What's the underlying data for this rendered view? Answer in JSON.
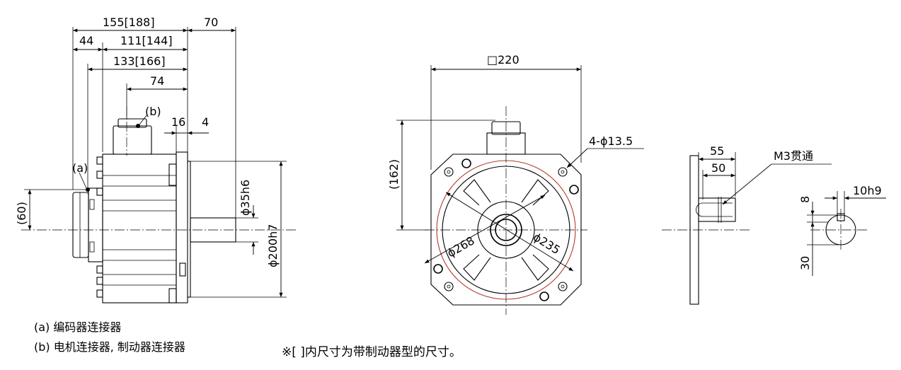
{
  "side_view": {
    "dims_top": {
      "overall": "155[188]",
      "shaft": "70",
      "flange_step": "44",
      "body": "111[144]",
      "body2": "133[166]",
      "connector": "74",
      "flange": "16",
      "spigot": "4"
    },
    "labels": {
      "a": "(a)",
      "b": "(b)"
    },
    "dims_left": {
      "encoder_height": "(60)"
    },
    "dims_right": {
      "shaft_dia": "ϕ35h6",
      "spigot_dia": "ϕ200h7"
    }
  },
  "front_view": {
    "square": "□220",
    "height": "(162)",
    "holes": "4-ϕ13.5",
    "pcd": "ϕ268",
    "inner": "ϕ235"
  },
  "keyway_view": {
    "len1": "55",
    "len2": "50",
    "tap": "M3贯通"
  },
  "shaft_end_view": {
    "width": "10h9",
    "depth": "8",
    "height": "30"
  },
  "legend": {
    "a": "(a) 编码器连接器",
    "b": "(b) 电机连接器, 制动器连接器"
  },
  "note": "※[ ]内尺寸为带制动器型的尺寸。"
}
